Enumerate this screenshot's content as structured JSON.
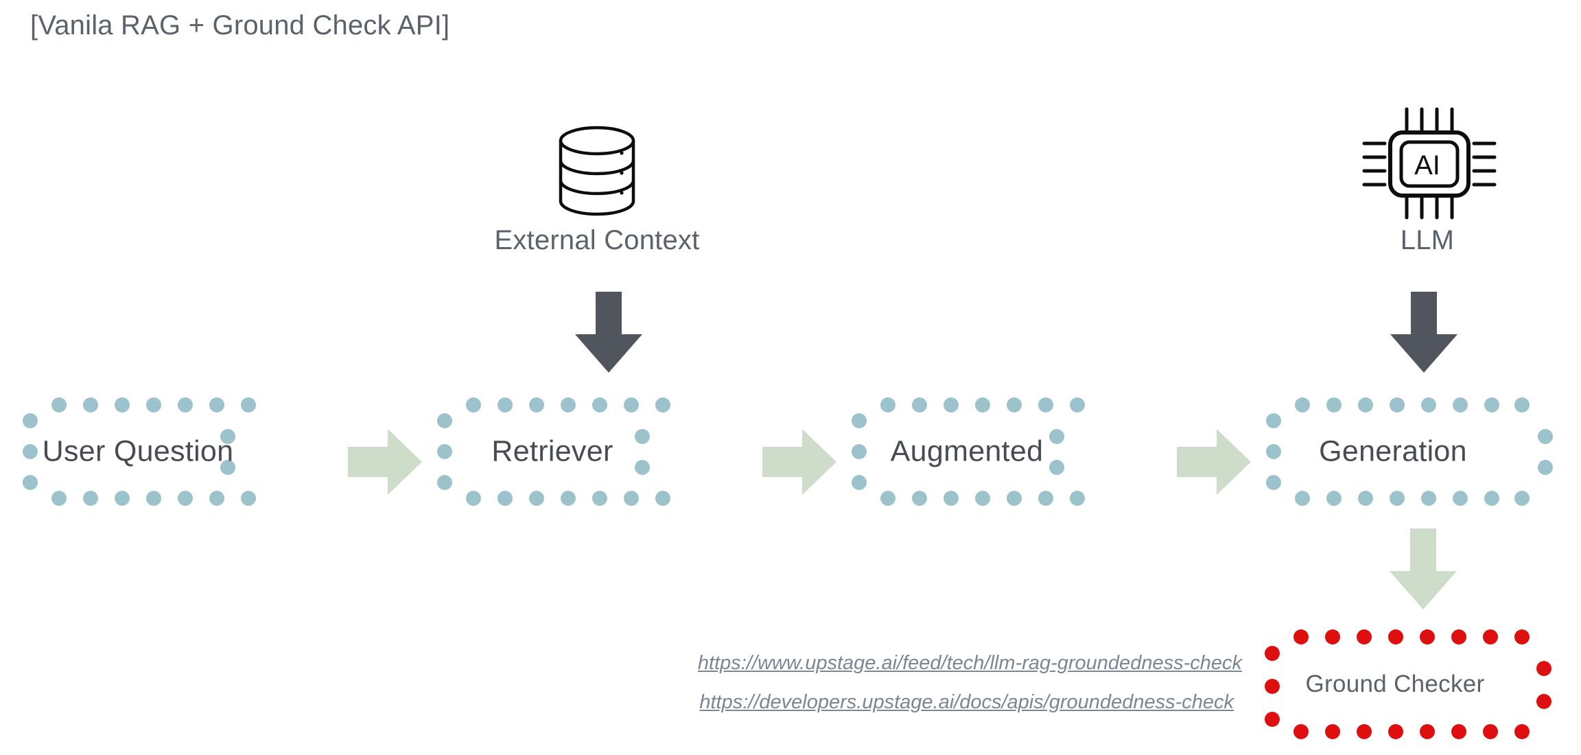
{
  "page": {
    "title": "[Vanila RAG + Ground Check API]",
    "background": "#ffffff"
  },
  "colors": {
    "text_dark": "#474c54",
    "text_muted": "#5a626b",
    "dot_blue": "#9cc3cc",
    "dot_red": "#e00f0f",
    "arrow_green": "#cdddc9",
    "arrow_dark": "#51565e",
    "link": "#7b8694",
    "icon_stroke": "#0d0d0d"
  },
  "icons": {
    "database": {
      "name": "database-icon",
      "caption": "External Context"
    },
    "chip": {
      "name": "ai-chip-icon",
      "label": "AI",
      "caption": "LLM"
    }
  },
  "pipeline": {
    "stages": [
      {
        "id": "user-question",
        "label": "User Question",
        "border": "dotted-blue"
      },
      {
        "id": "retriever",
        "label": "Retriever",
        "border": "dotted-blue"
      },
      {
        "id": "augmented",
        "label": "Augmented",
        "border": "dotted-blue"
      },
      {
        "id": "generation",
        "label": "Generation",
        "border": "dotted-blue"
      }
    ],
    "connectors": [
      {
        "id": "arrow-uq-to-retriever",
        "icon": "arrow-right-icon",
        "color": "#cdddc9"
      },
      {
        "id": "arrow-retriever-to-aug",
        "icon": "arrow-right-icon",
        "color": "#cdddc9"
      },
      {
        "id": "arrow-aug-to-gen",
        "icon": "arrow-right-icon",
        "color": "#cdddc9"
      }
    ],
    "inputs": [
      {
        "id": "arrow-context-to-retriever",
        "icon": "arrow-down-icon",
        "color": "#51565e"
      },
      {
        "id": "arrow-llm-to-generation",
        "icon": "arrow-down-icon",
        "color": "#51565e"
      }
    ],
    "output": {
      "id": "arrow-gen-to-ground-checker",
      "icon": "arrow-down-icon",
      "color": "#cdddc9"
    }
  },
  "ground_checker": {
    "label": "Ground Checker",
    "border": "dotted-red"
  },
  "links": [
    {
      "id": "link-blog",
      "text": "https://www.upstage.ai/feed/tech/llm-rag-groundedness-check"
    },
    {
      "id": "link-docs",
      "text": "https://developers.upstage.ai/docs/apis/groundedness-check"
    }
  ]
}
